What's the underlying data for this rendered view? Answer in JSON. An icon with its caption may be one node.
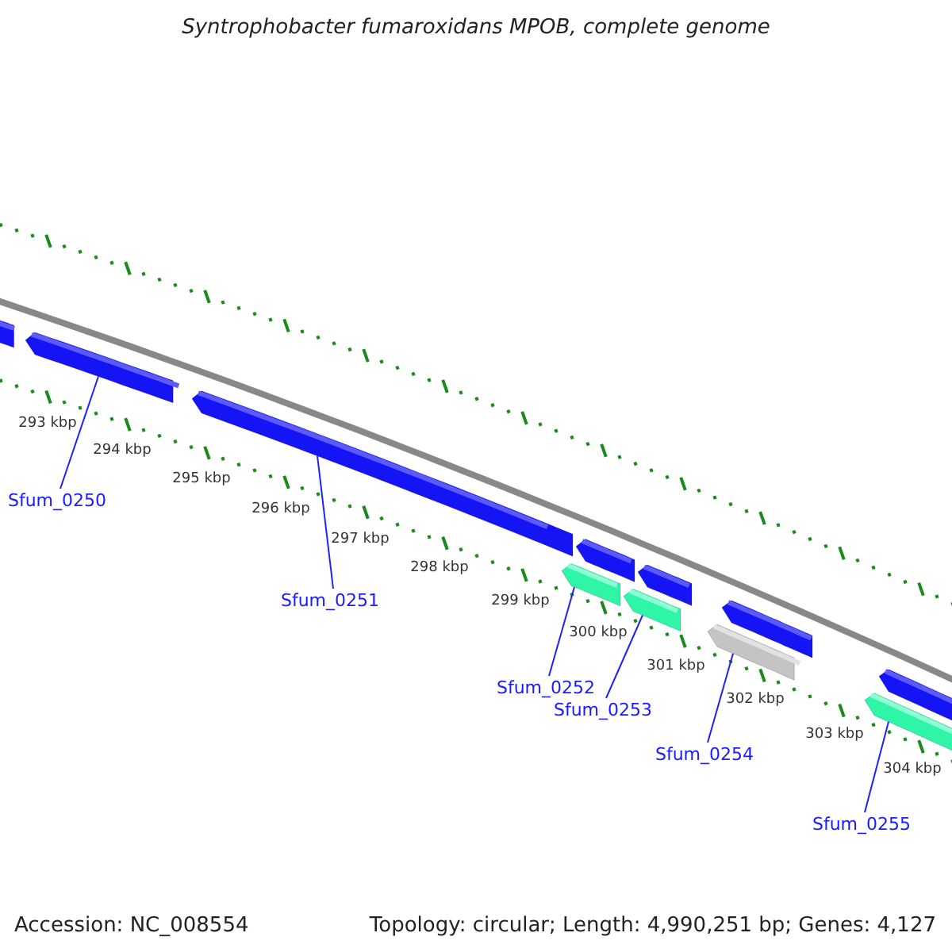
{
  "diagram": {
    "title": "Syntrophobacter fumaroxidans MPOB, complete genome",
    "nodes": [
      {
        "text": [],
        "shape": "bar"
      },
      {
        "text": [],
        "shape": "bar"
      },
      {
        "text": [],
        "shape": "bar"
      },
      {
        "text": [],
        "shape": "bar"
      },
      {
        "text": [],
        "shape": "bar"
      },
      {
        "text": [],
        "shape": "bar"
      },
      {
        "text": [],
        "shape": "bar"
      },
      {
        "text": [],
        "shape": "bar"
      },
      {
        "text": [],
        "shape": "bar"
      },
      {
        "text": [],
        "shape": "bar"
      },
      {
        "text": [],
        "shape": "bar"
      },
      {
        "text": [
          "Sfum_0250"
        ]
      },
      {
        "text": [
          "Sfum_0251"
        ]
      },
      {
        "text": [
          "Sfum_0252"
        ]
      },
      {
        "text": [
          "Sfum_0253"
        ]
      },
      {
        "text": [
          "Sfum_0254"
        ]
      },
      {
        "text": [
          "Sfum_0255"
        ]
      }
    ],
    "edges": [
      {
        "from": 11,
        "to": 1,
        "arrow": "none"
      },
      {
        "from": 12,
        "to": 2,
        "arrow": "none"
      },
      {
        "from": 13,
        "to": 3,
        "arrow": "none"
      },
      {
        "from": 14,
        "to": 5,
        "arrow": "none"
      },
      {
        "from": 15,
        "to": 7,
        "arrow": "none"
      },
      {
        "from": 16,
        "to": 9,
        "arrow": "none"
      }
    ],
    "labels": [
      "293 kbp",
      "294 kbp",
      "295 kbp",
      "296 kbp",
      "297 kbp",
      "298 kbp",
      "299 kbp",
      "300 kbp",
      "301 kbp",
      "302 kbp",
      "303 kbp",
      "304 kbp",
      "Accession: NC_008554",
      "Topology: circular; Length: 4,990,251 bp; Genes: 4,127"
    ]
  }
}
